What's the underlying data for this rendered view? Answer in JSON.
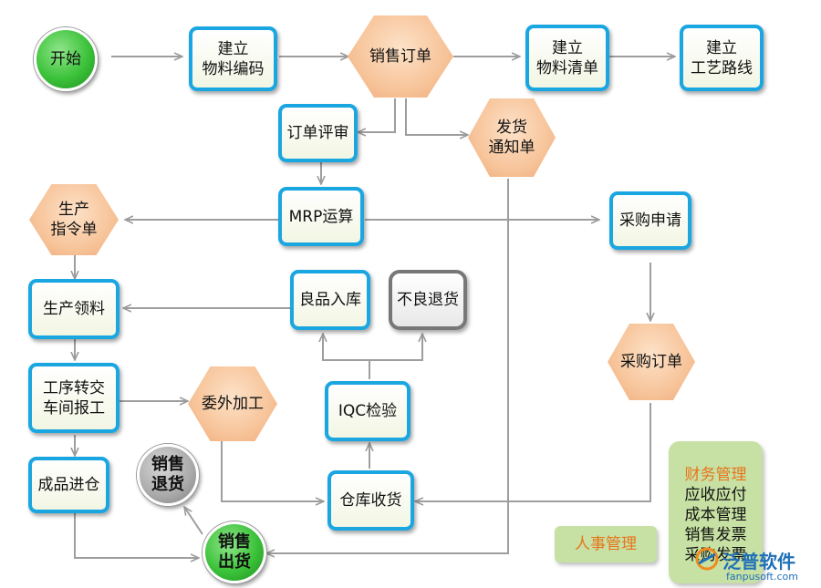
{
  "nodes": {
    "start": "开始",
    "build_material_code": [
      "建立",
      "物料编码"
    ],
    "sales_order": "销售订单",
    "build_bom": [
      "建立",
      "物料清单"
    ],
    "build_route": [
      "建立",
      "工艺路线"
    ],
    "order_review": "订单评审",
    "delivery_notice": [
      "发货",
      "通知单"
    ],
    "production_order": [
      "生产",
      "指令单"
    ],
    "mrp": "MRP运算",
    "purchase_request": "采购申请",
    "production_picking": "生产领料",
    "good_inbound": "良品入库",
    "defect_return": "不良退货",
    "purchase_order": "采购订单",
    "process_report": [
      "工序转交",
      "车间报工"
    ],
    "outsourcing": "委外加工",
    "iqc": "IQC检验",
    "sales_return": [
      "销售",
      "退货"
    ],
    "finished_inbound": "成品进仓",
    "warehouse_receiving": "仓库收货",
    "sales_shipment": [
      "销售",
      "出货"
    ],
    "hr": "人事管理"
  },
  "finance_panel": {
    "title": "财务管理",
    "items": [
      "应收应付",
      "成本管理",
      "销售发票",
      "采购发票"
    ]
  },
  "logo": {
    "name": "泛普软件",
    "url": "fanpusoft.com"
  },
  "colors": {
    "box_border": "#1aa6e0",
    "hex_fill": "#f7c49a",
    "circle_green": "#3cc23a",
    "circle_grey": "#a9a9a9",
    "arrow": "#999999",
    "panel": "#c6e1a3",
    "finance_title": "#e8741c"
  }
}
